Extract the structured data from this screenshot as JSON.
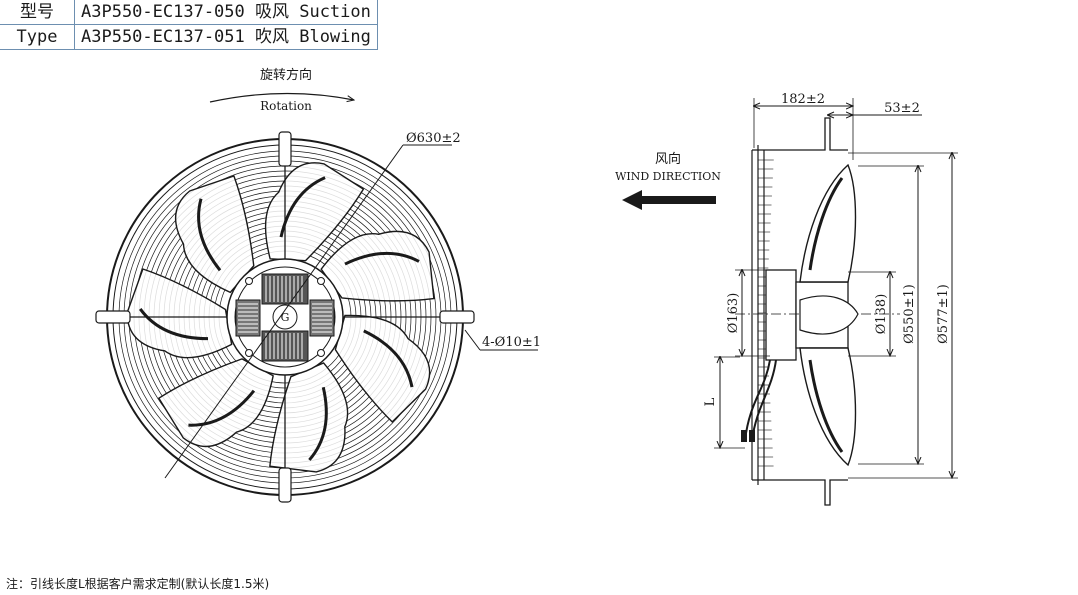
{
  "spec_table": {
    "rows": [
      {
        "label": "型号",
        "value": "A3P550-EC137-050 吸风 Suction"
      },
      {
        "label": "Type",
        "value": "A3P550-EC137-051 吹风 Blowing"
      }
    ]
  },
  "front_view": {
    "rotation_label_cn": "旋转方向",
    "rotation_label_en": "Rotation",
    "outer_diameter": "Ø630±2",
    "mount_holes": "4-Ø10±1"
  },
  "side_view": {
    "wind_label_cn": "风向",
    "wind_label_en": "WIND DIRECTION",
    "depth": "182±2",
    "offset": "53±2",
    "hub_diameter": "Ø163)",
    "motor_diameter": "Ø138)",
    "blade_diameter": "Ø550±1)",
    "guard_diameter": "Ø577±1)",
    "cable_length": "L"
  },
  "footnote": "注：引线长度L根据客户需求定制(默认长度1.5米)"
}
